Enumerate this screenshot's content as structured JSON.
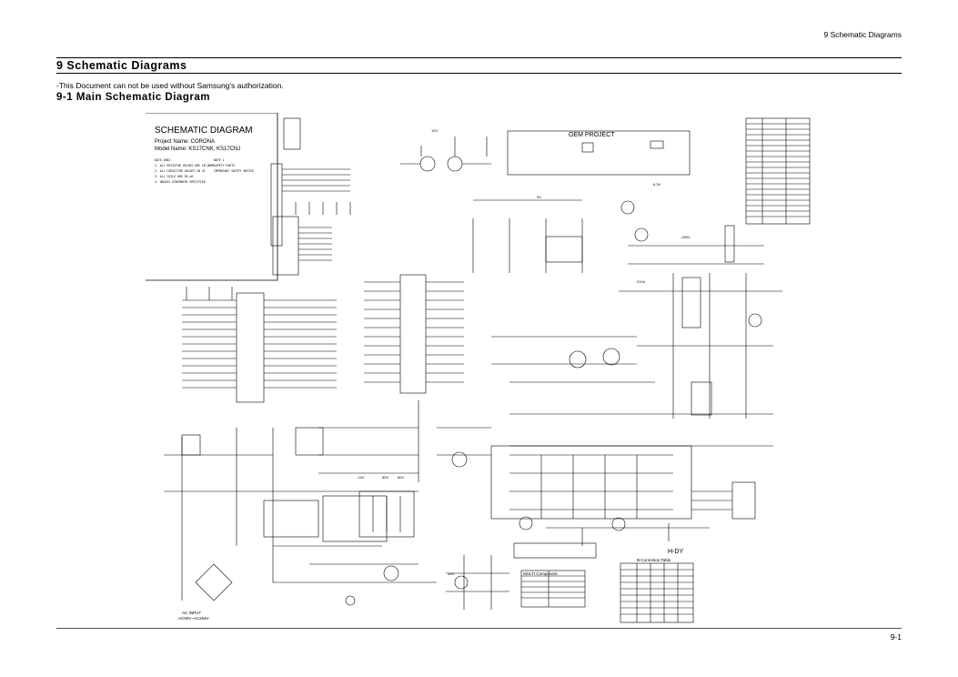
{
  "header": {
    "running_head": "9 Schematic Diagrams"
  },
  "section": {
    "title": "9 Schematic Diagrams",
    "notice": "-This Document can not be used without Samsung's authorization.",
    "subtitle": "9-1 Main Schematic Diagram"
  },
  "diagram": {
    "title": "SCHEMATIC DIAGRAM",
    "project_name": "Project Name: CORONA",
    "model_name": "Model Name: KS17CNK, KS17CNJ",
    "oem_project": "OEM PROJECT",
    "h_dy_label": "H-DY",
    "ac_input": "AC INPUT",
    "ac_input_range": "AC90V~AC264V",
    "multi_component": "MULTI Component",
    "b_correction_table": "B-Correction Table",
    "voltages": [
      "12V",
      "5V",
      "6.3V",
      "-150V",
      "-14V",
      "80V",
      "60V",
      "14V",
      "210V"
    ]
  },
  "footer": {
    "page_number": "9-1"
  }
}
